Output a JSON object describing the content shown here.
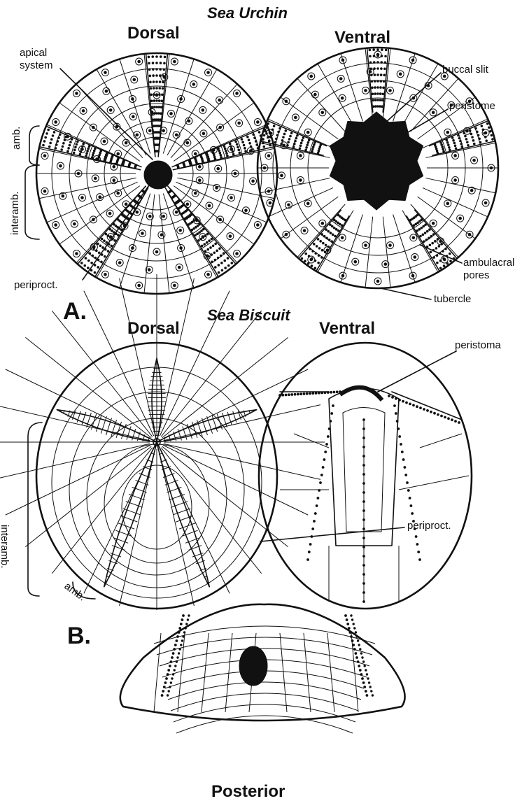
{
  "figure": {
    "sea_urchin": {
      "title": "Sea Urchin",
      "dorsal_heading": "Dorsal",
      "ventral_heading": "Ventral",
      "labels": {
        "apical_system_line1": "apical",
        "apical_system_line2": "system",
        "amb": "amb.",
        "interamb": "interamb.",
        "periproct": "periproct.",
        "buccal_slit": "buccal slit",
        "peristome": "peristome",
        "ambulacral_pores_line1": "ambulacral",
        "ambulacral_pores_line2": "pores",
        "tubercle": "tubercle"
      },
      "panel_letter": "A."
    },
    "sea_biscuit": {
      "title": "Sea Biscuit",
      "dorsal_heading": "Dorsal",
      "ventral_heading": "Ventral",
      "labels": {
        "peristoma": "peristoma",
        "interamb": "interamb.",
        "amb": "amb.",
        "periproct": "periproct."
      },
      "panel_letter": "B.",
      "posterior_heading": "Posterior"
    }
  }
}
